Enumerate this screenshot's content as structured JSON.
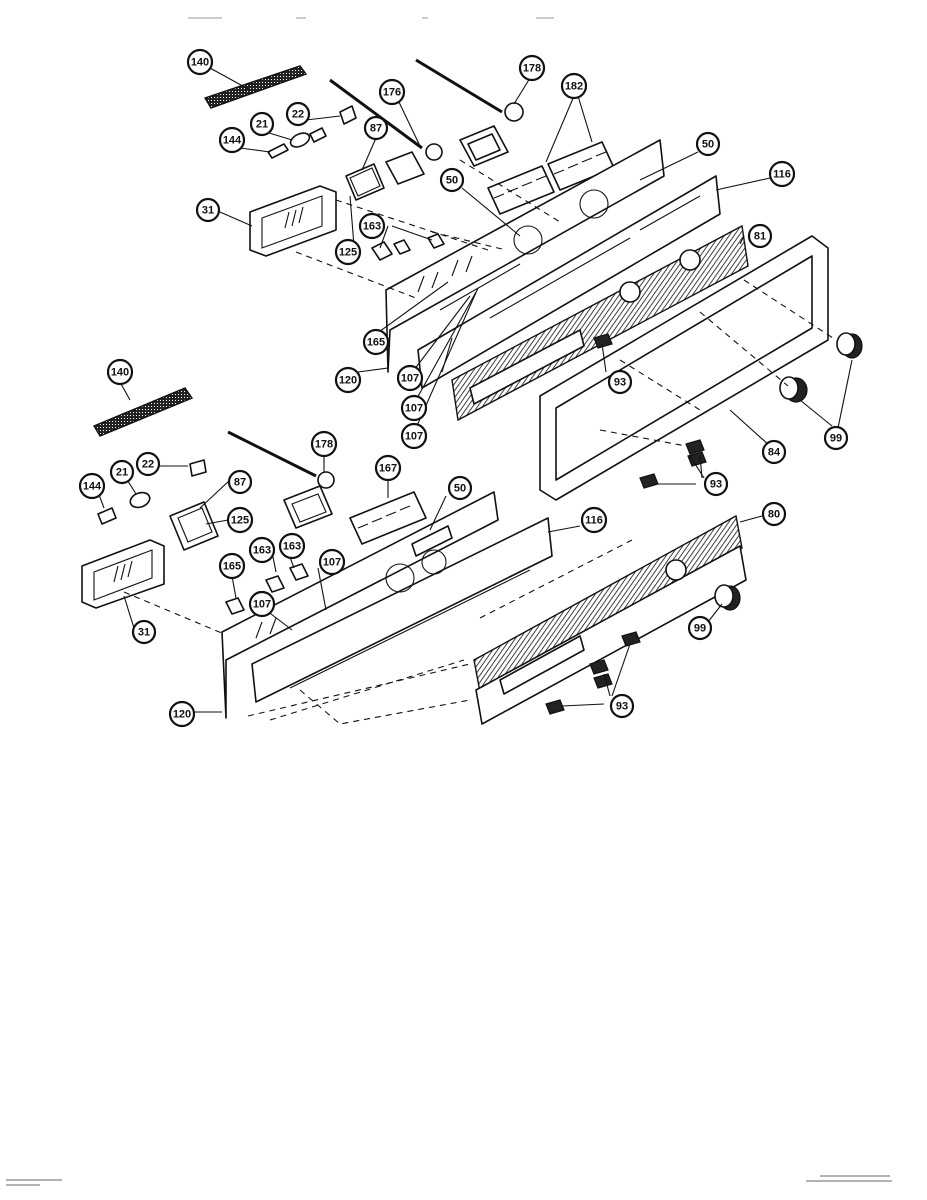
{
  "diagram": {
    "callouts": [
      {
        "id": "c140a",
        "label": "140"
      },
      {
        "id": "c176a",
        "label": "176"
      },
      {
        "id": "c178a",
        "label": "178"
      },
      {
        "id": "c182",
        "label": "182"
      },
      {
        "id": "c22a",
        "label": "22"
      },
      {
        "id": "c21a",
        "label": "21"
      },
      {
        "id": "c87a",
        "label": "87"
      },
      {
        "id": "c144a",
        "label": "144"
      },
      {
        "id": "c50a",
        "label": "50"
      },
      {
        "id": "c116a",
        "label": "116"
      },
      {
        "id": "c31a",
        "label": "31"
      },
      {
        "id": "c163a",
        "label": "163"
      },
      {
        "id": "c50b",
        "label": "50"
      },
      {
        "id": "c125a",
        "label": "125"
      },
      {
        "id": "c81",
        "label": "81"
      },
      {
        "id": "c165a",
        "label": "165"
      },
      {
        "id": "c93a",
        "label": "93"
      },
      {
        "id": "c107a",
        "label": "107"
      },
      {
        "id": "c120a",
        "label": "120"
      },
      {
        "id": "c107b",
        "label": "107"
      },
      {
        "id": "c107c",
        "label": "107"
      },
      {
        "id": "c99a",
        "label": "99"
      },
      {
        "id": "c84",
        "label": "84"
      },
      {
        "id": "c140b",
        "label": "140"
      },
      {
        "id": "c93b",
        "label": "93"
      },
      {
        "id": "c22b",
        "label": "22"
      },
      {
        "id": "c178b",
        "label": "178"
      },
      {
        "id": "c167",
        "label": "167"
      },
      {
        "id": "c87b",
        "label": "87"
      },
      {
        "id": "c144b",
        "label": "144"
      },
      {
        "id": "c21b",
        "label": "21"
      },
      {
        "id": "c50c",
        "label": "50"
      },
      {
        "id": "c116b",
        "label": "116"
      },
      {
        "id": "c80",
        "label": "80"
      },
      {
        "id": "c125b",
        "label": "125"
      },
      {
        "id": "c163b",
        "label": "163"
      },
      {
        "id": "c107d",
        "label": "107"
      },
      {
        "id": "c165b",
        "label": "165"
      },
      {
        "id": "c163c",
        "label": "163"
      },
      {
        "id": "c107e",
        "label": "107"
      },
      {
        "id": "c31b",
        "label": "31"
      },
      {
        "id": "c99b",
        "label": "99"
      },
      {
        "id": "c93c",
        "label": "93"
      },
      {
        "id": "c120b",
        "label": "120"
      }
    ]
  }
}
